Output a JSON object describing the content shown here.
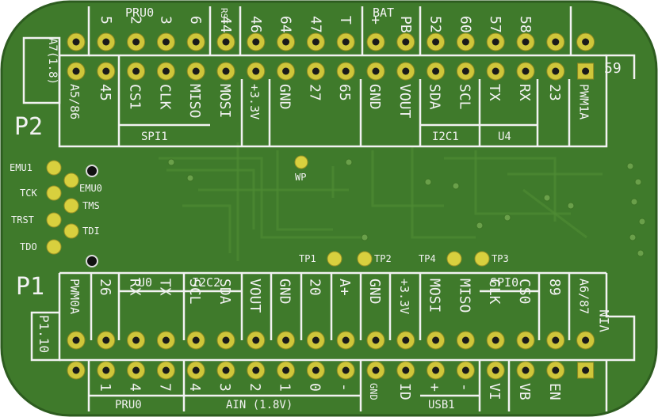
{
  "board": {
    "colors": {
      "pcb": "#3f7a2b",
      "pcb_dark": "#356b23",
      "silk": "#f2f2f2",
      "pad": "#cfc63a"
    },
    "header_p2": {
      "label": "P2",
      "row_label": "59",
      "group_labels": {
        "pru0": "PRU0",
        "bat": "BAT",
        "rst": "RST"
      },
      "top_pins": [
        "5",
        "2",
        "3",
        "6",
        "44",
        "46",
        "64",
        "47",
        "T",
        "+",
        "PB",
        "52",
        "60",
        "57",
        "58"
      ],
      "bottom_pins": [
        "A5/86",
        "45",
        "CS1",
        "CLK",
        "MISO",
        "MOSI",
        "+3.3V",
        "GND",
        "27",
        "65",
        "GND",
        "VOUT",
        "SDA",
        "SCL",
        "TX",
        "RX",
        "23",
        "PWM1A"
      ],
      "side_label": "A7(1.8)",
      "bus_labels": [
        "SPI1",
        "I2C1",
        "U4"
      ]
    },
    "header_p1": {
      "label": "P1",
      "side_label": "P1.10",
      "top_pins": [
        "PWM0A",
        "26",
        "RX",
        "TX",
        "SCL",
        "SDA",
        "VOUT",
        "GND",
        "20",
        "A+",
        "GND",
        "+3.3V",
        "MOSI",
        "MISO",
        "CLK",
        "CS0",
        "89",
        "A6/87"
      ],
      "bottom_pins": [
        "1",
        "4",
        "7",
        "4",
        "3",
        "2",
        "1",
        "0",
        "-",
        "GND",
        "ID",
        "+",
        "-",
        "VI",
        "VB",
        "EN"
      ],
      "group_labels": {
        "u0": "U0",
        "i2c2": "I2C2",
        "spi0": "SPI0",
        "pru0": "PRU0",
        "ain": "AIN (1.8V)",
        "usb1": "USB1",
        "vin": "VIN"
      }
    },
    "test_points": [
      "TP1",
      "TP2",
      "TP4",
      "TP3"
    ],
    "wp_label": "WP",
    "jtag_labels": [
      "EMU1",
      "EMU0",
      "TCK",
      "TMS",
      "TRST",
      "TDI",
      "TDO"
    ]
  }
}
